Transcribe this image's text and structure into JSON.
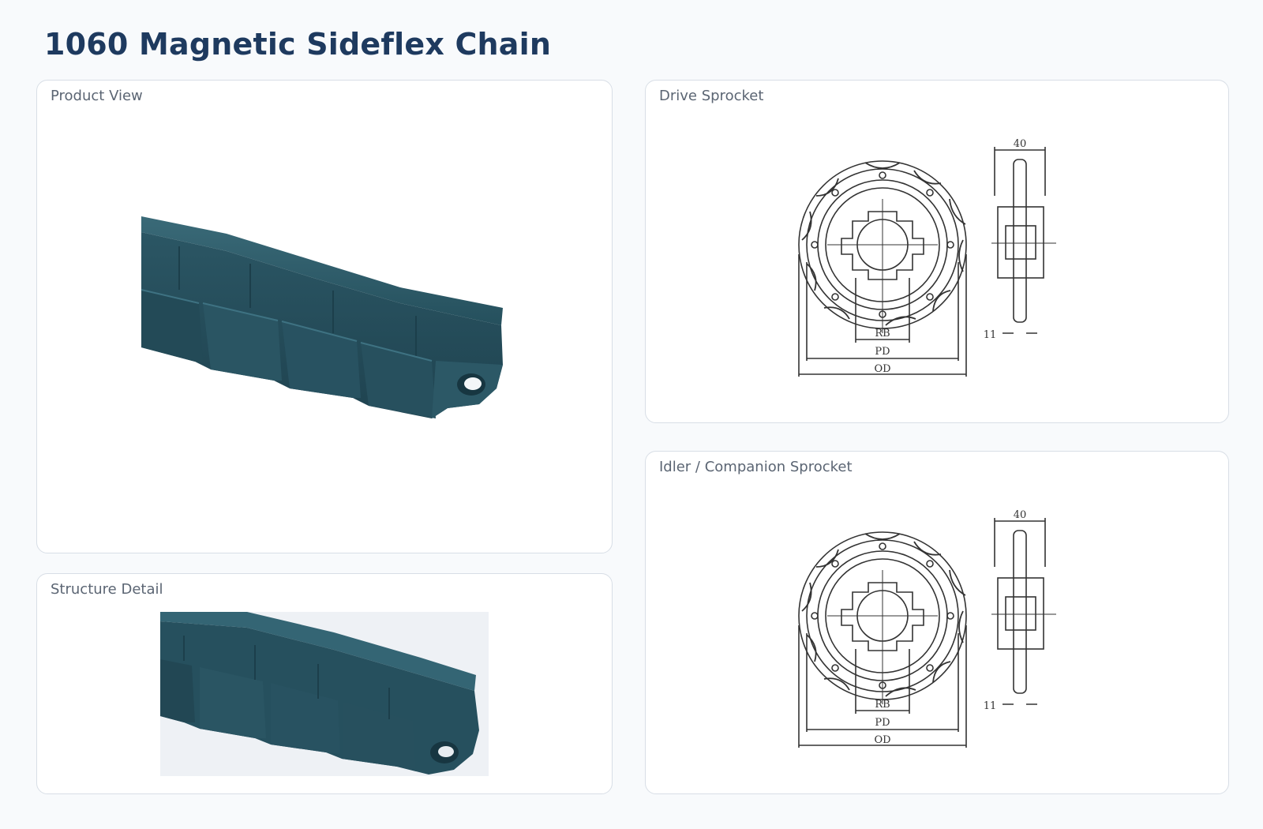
{
  "page": {
    "title": "1060 Magnetic Sideflex Chain"
  },
  "panels": {
    "product_view": {
      "label": "Product View"
    },
    "structure_detail": {
      "label": "Structure Detail"
    },
    "drive_sprocket": {
      "label": "Drive Sprocket",
      "dims": {
        "width": "40",
        "hub": "11",
        "rb": "RB",
        "pd": "PD",
        "od": "OD"
      }
    },
    "idler_sprocket": {
      "label": "Idler / Companion Sprocket",
      "dims": {
        "width": "40",
        "hub": "11",
        "rb": "RB",
        "pd": "PD",
        "od": "OD"
      }
    }
  },
  "colors": {
    "title": "#1e3a5f",
    "chain": "#2c5866",
    "detail_bg": "#eef1f5"
  }
}
